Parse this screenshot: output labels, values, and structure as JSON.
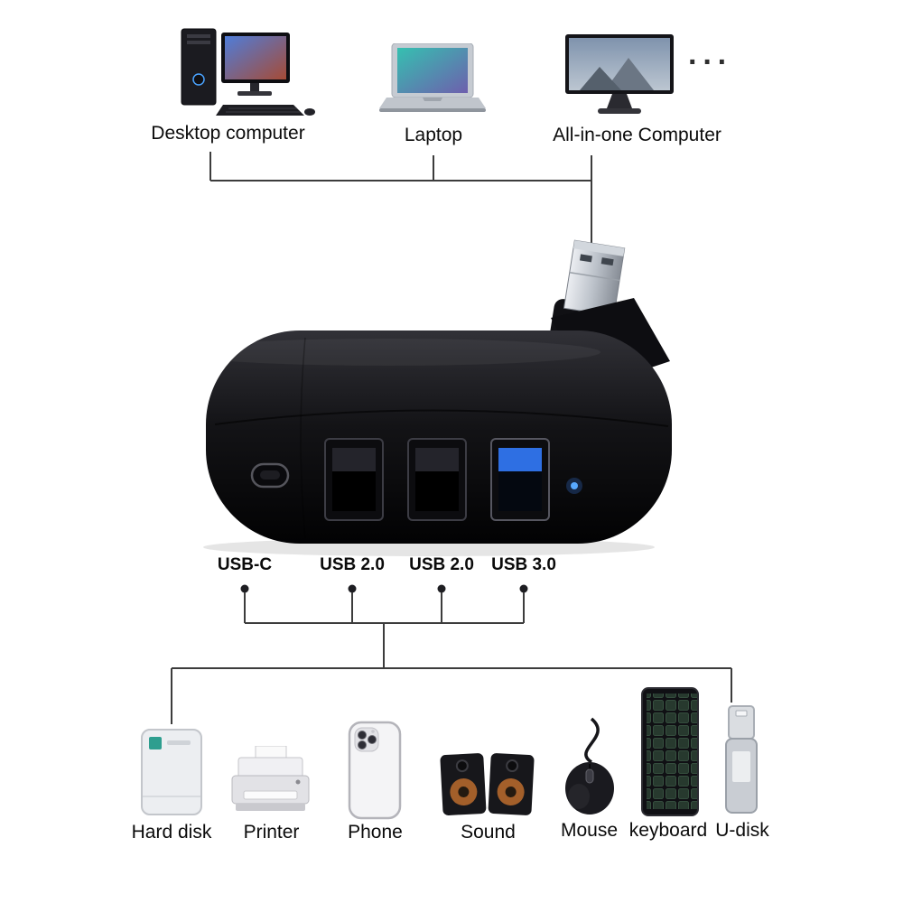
{
  "top_devices": [
    {
      "label": "Desktop computer"
    },
    {
      "label": "Laptop"
    },
    {
      "label": "All-in-one Computer"
    }
  ],
  "more_indicator": "···",
  "hub_ports": [
    {
      "label": "USB-C"
    },
    {
      "label": "USB 2.0"
    },
    {
      "label": "USB 2.0"
    },
    {
      "label": "USB 3.0"
    }
  ],
  "bottom_devices": [
    {
      "label": "Hard disk"
    },
    {
      "label": "Printer"
    },
    {
      "label": "Phone"
    },
    {
      "label": "Sound"
    },
    {
      "label": "Mouse"
    },
    {
      "label": "keyboard"
    },
    {
      "label": "U-disk"
    }
  ],
  "colors": {
    "line": "#3c3c3c",
    "usb3_blue": "#2e6fe3",
    "led_blue": "#57a8ff"
  }
}
